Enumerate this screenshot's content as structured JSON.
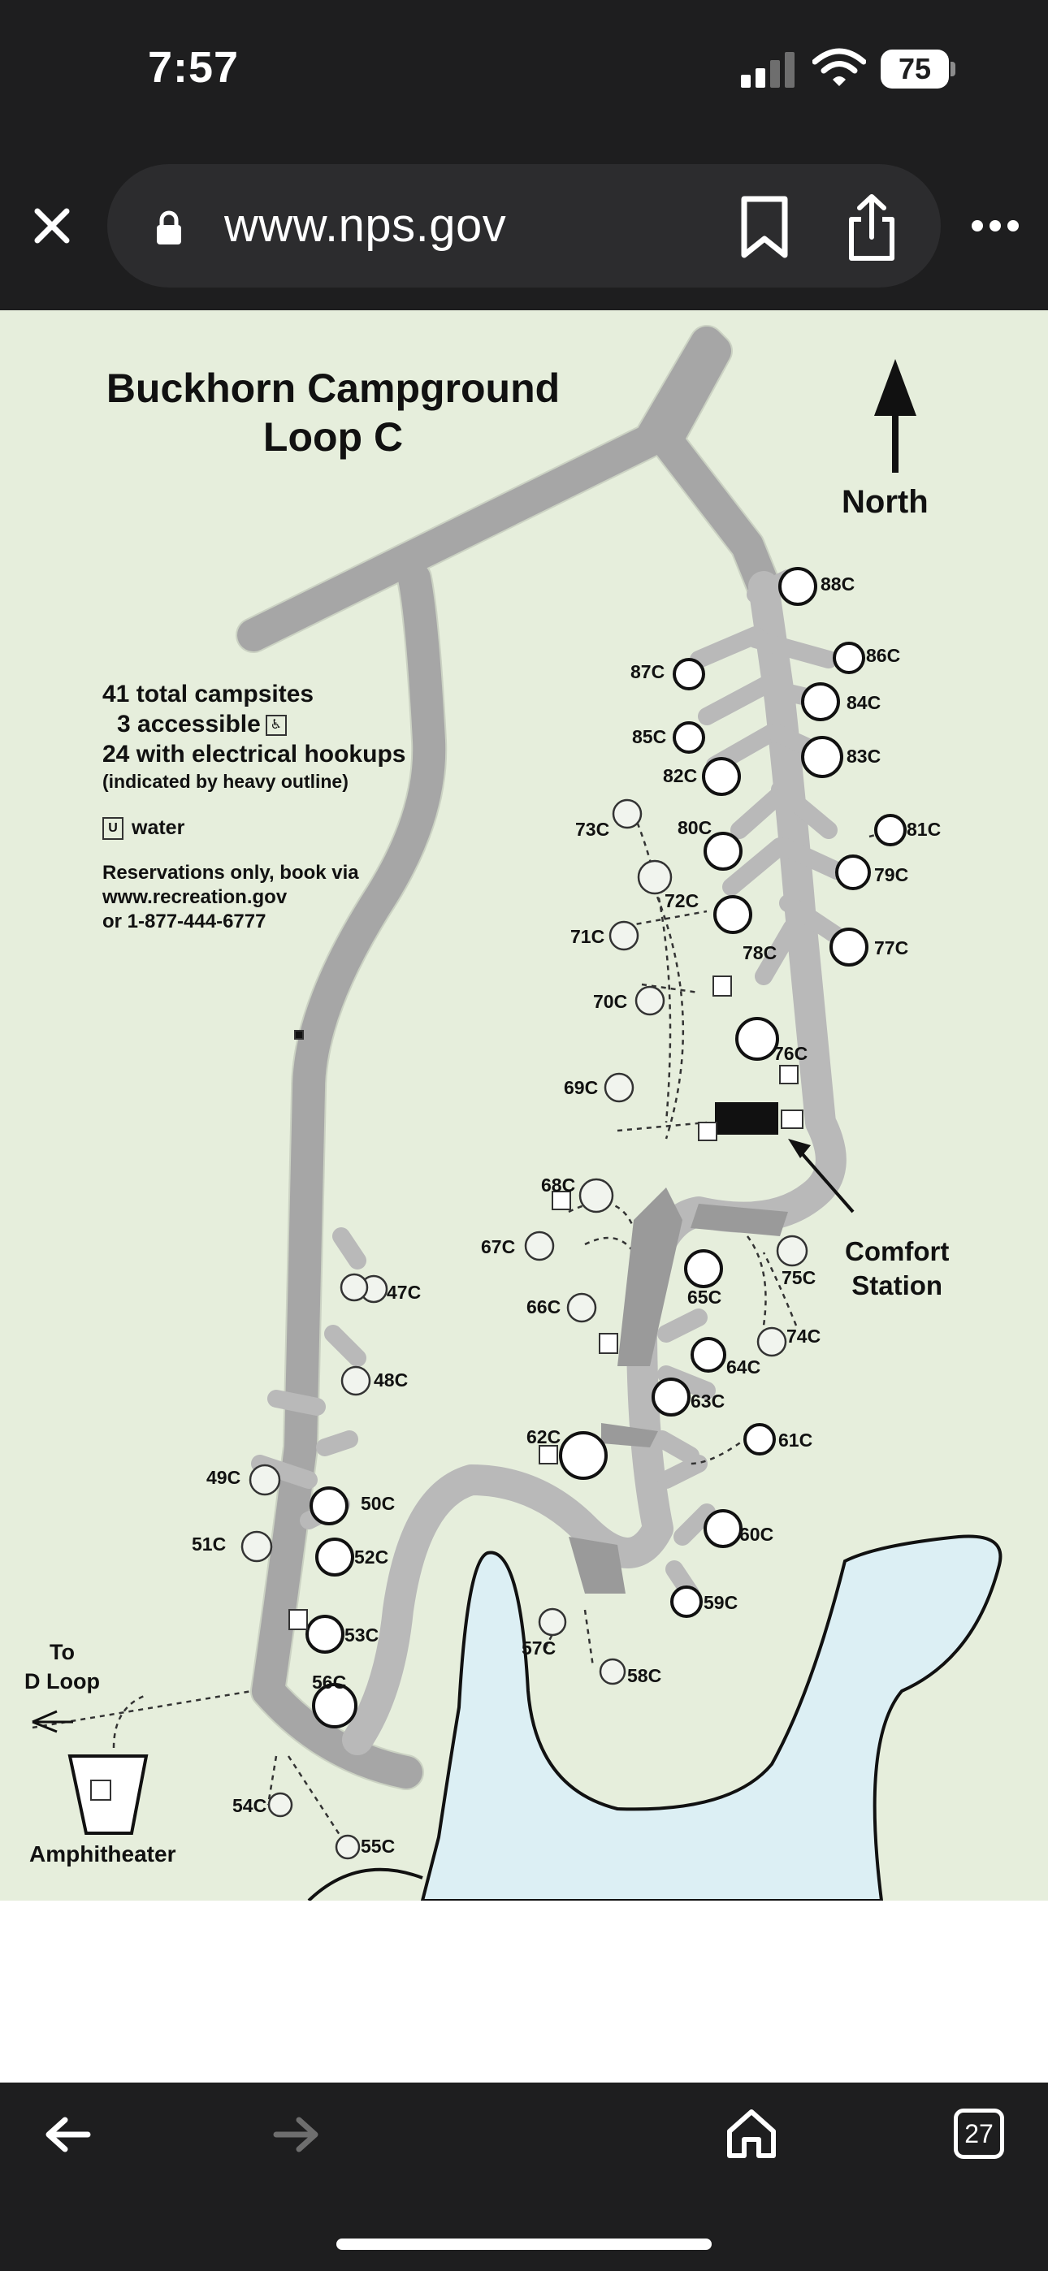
{
  "status_bar": {
    "time": "7:57",
    "battery": "75"
  },
  "browser": {
    "url": "www.nps.gov",
    "tab_count": "27"
  },
  "map": {
    "title_line1": "Buckhorn Campground",
    "title_line2": "Loop C",
    "north_label": "North",
    "legend": {
      "total": "41 total campsites",
      "accessible": "3 accessible",
      "electrical": "24 with electrical hookups",
      "electrical_note": "(indicated by heavy outline)",
      "water": "water",
      "res_line1": "Reservations only, book via",
      "res_line2": "www.recreation.gov",
      "res_line3": "or 1-877-444-6777"
    },
    "comfort_line1": "Comfort",
    "comfort_line2": "Station",
    "to_line1": "To",
    "to_line2": "D Loop",
    "amphitheater": "Amphitheater",
    "sites": [
      "88C",
      "86C",
      "87C",
      "84C",
      "85C",
      "83C",
      "82C",
      "73C",
      "80C",
      "81C",
      "79C",
      "72C",
      "71C",
      "78C",
      "77C",
      "70C",
      "76C",
      "69C",
      "68C",
      "67C",
      "75C",
      "66C",
      "65C",
      "74C",
      "64C",
      "63C",
      "62C",
      "61C",
      "60C",
      "47C",
      "48C",
      "49C",
      "50C",
      "51C",
      "52C",
      "53C",
      "56C",
      "59C",
      "57C",
      "58C",
      "54C",
      "55C"
    ]
  }
}
